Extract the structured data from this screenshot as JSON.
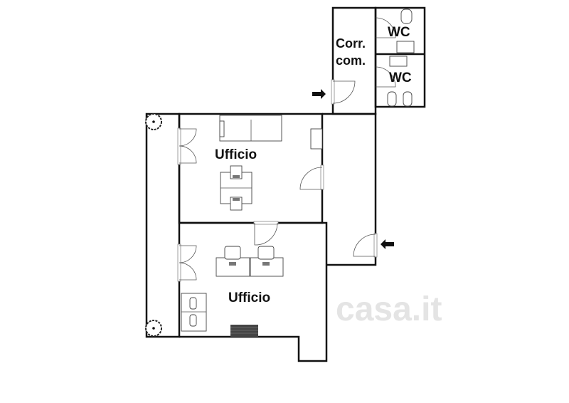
{
  "rooms": {
    "office_top": "Ufficio",
    "office_bottom": "Ufficio",
    "corridor_line1": "Corr.",
    "corridor_line2": "com.",
    "wc_top": "WC",
    "wc_bottom": "WC"
  },
  "watermark": "casa.it",
  "colors": {
    "wall": "#111111",
    "furniture": "#444444"
  }
}
